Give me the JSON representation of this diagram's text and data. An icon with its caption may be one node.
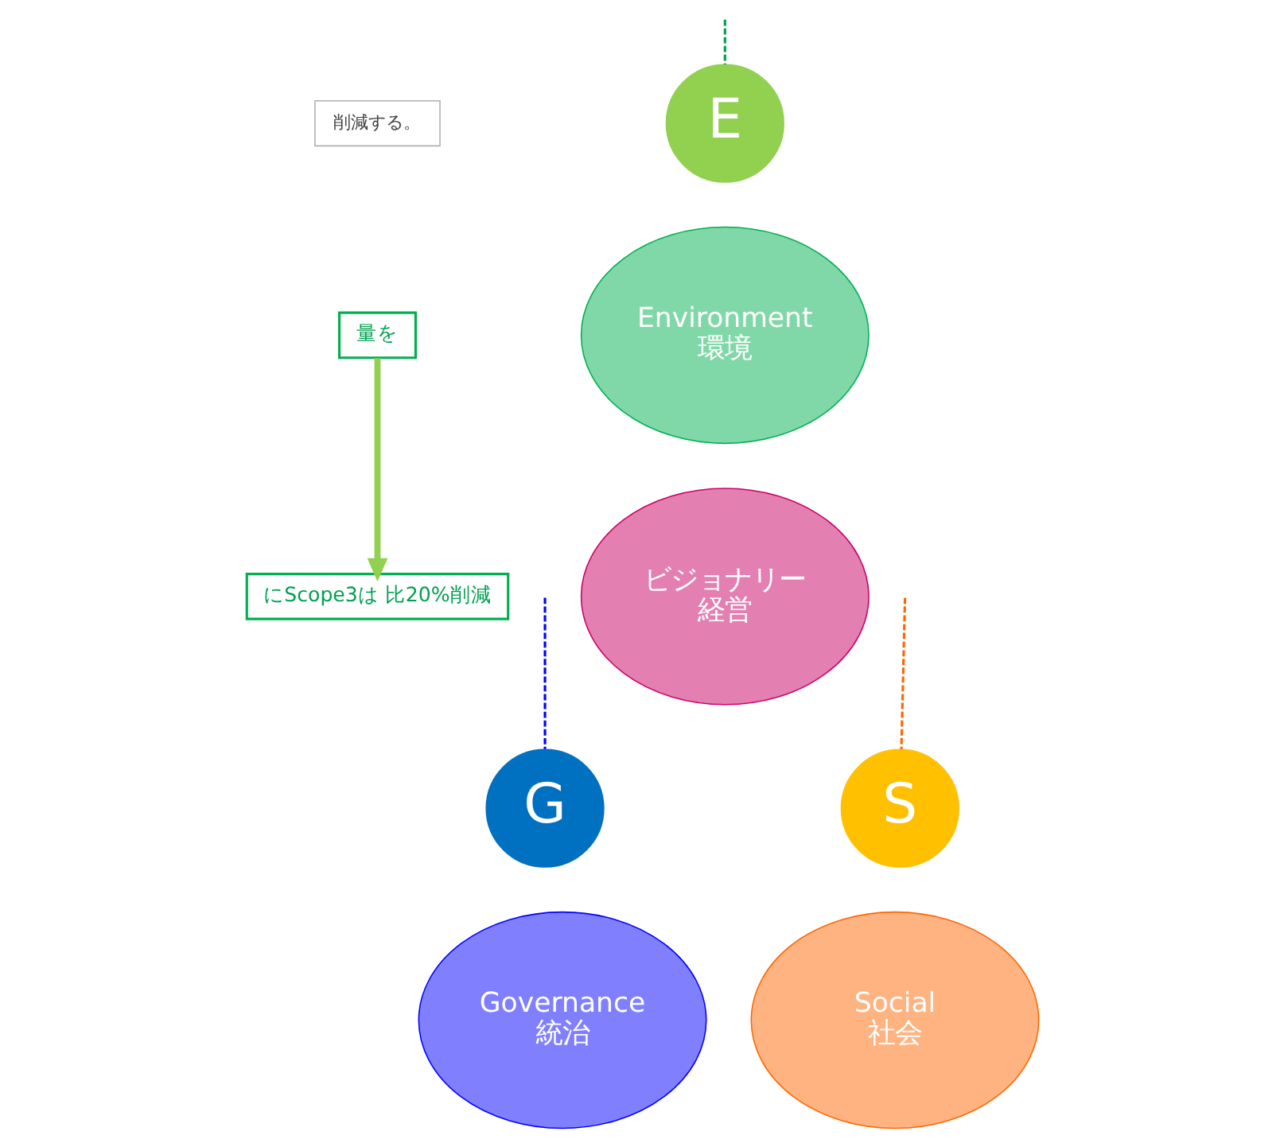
{
  "diagram": {
    "nodes": [
      {
        "text": [
          "削減する。"
        ]
      },
      {
        "text": [
          "量を"
        ]
      },
      {
        "text": [
          "にScope3は 比20%削減"
        ]
      },
      {
        "text": [
          "E"
        ]
      },
      {
        "text": [
          "Environment",
          "環境"
        ]
      },
      {
        "text": [
          "ビジョナリー",
          "経営"
        ]
      },
      {
        "text": [
          "G"
        ]
      },
      {
        "text": [
          "Governance",
          "統治"
        ]
      },
      {
        "text": [
          "S"
        ]
      },
      {
        "text": [
          "Social",
          "社会"
        ]
      }
    ],
    "edges": [
      {
        "from": null,
        "to": 3,
        "arrow": "none",
        "style": "dashed",
        "color": "#00a050"
      },
      {
        "from": 1,
        "to": 2,
        "arrow": "to",
        "style": "thick",
        "color": "#92d050"
      },
      {
        "from": null,
        "to": 6,
        "arrow": "none",
        "style": "dashed",
        "color": "#0000ff"
      },
      {
        "from": null,
        "to": 8,
        "arrow": "none",
        "style": "dashed",
        "color": "#ff6600"
      }
    ]
  }
}
